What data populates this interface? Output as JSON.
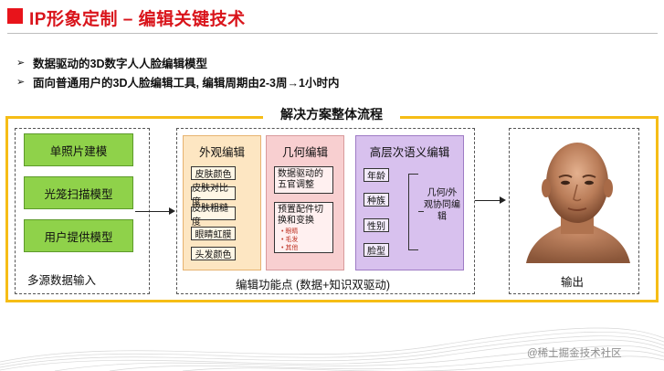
{
  "header": {
    "title": "IP形象定制 – 编辑关键技术"
  },
  "bullets": [
    {
      "icon": "arrow-right-icon",
      "text": "数据驱动的3D数字人人脸编辑模型"
    },
    {
      "icon": "arrow-right-icon",
      "text": "面向普通用户的3D人脸编辑工具, 编辑周期由2-3周→1小时内"
    }
  ],
  "flow": {
    "title": "解决方案整体流程",
    "inputs": {
      "items": [
        "单照片建模",
        "光笼扫描模型",
        "用户提供模型"
      ],
      "caption": "多源数据输入"
    },
    "editing": {
      "caption": "编辑功能点 (数据+知识双驱动)",
      "appearance": {
        "title": "外观编辑",
        "items": [
          "皮肤颜色",
          "皮肤对比度",
          "皮肤粗糙度",
          "眼睛虹膜",
          "头发颜色"
        ]
      },
      "geometry": {
        "title": "几何编辑",
        "item1": "数据驱动的五官调整",
        "item2": "预置配件切换和变换",
        "item2_subs": [
          "• 眼睛",
          "• 毛发",
          "• 其他"
        ]
      },
      "semantic": {
        "title": "高层次语义编辑",
        "items": [
          "年龄",
          "种族",
          "性别",
          "脸型"
        ],
        "brace_label": "几何/外观协同编辑"
      }
    },
    "output": {
      "caption": "输出"
    }
  },
  "watermark": "@稀土掘金技术社区",
  "colors": {
    "title_red": "#d9141b",
    "frame_yellow": "#f6bd16",
    "input_green": "#8fd24a",
    "appearance_orange": "#fde6c2",
    "geometry_pink": "#f8cfd0",
    "semantic_purple": "#d8c1ee"
  }
}
